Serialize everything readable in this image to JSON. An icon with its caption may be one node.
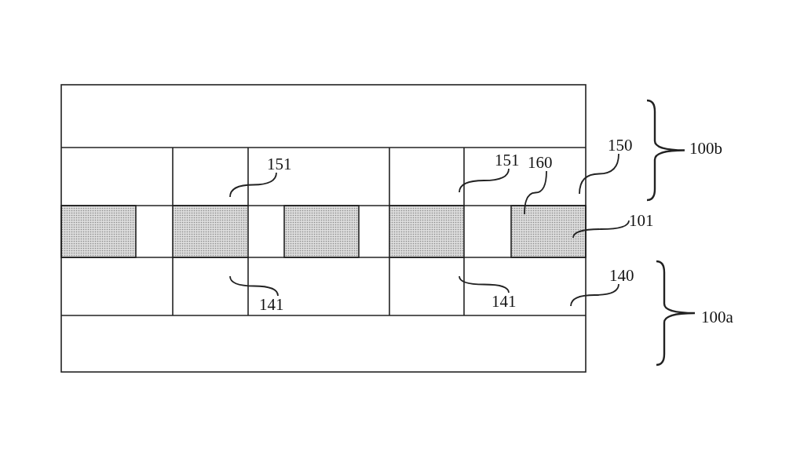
{
  "diagram": {
    "nodes": [
      {
        "text": [
          "151"
        ]
      },
      {
        "text": [
          "151"
        ]
      },
      {
        "text": [
          "160"
        ]
      },
      {
        "text": [
          "150"
        ]
      },
      {
        "text": [
          "101"
        ]
      },
      {
        "text": [
          "141"
        ]
      },
      {
        "text": [
          "141"
        ]
      },
      {
        "text": [
          "140"
        ]
      }
    ],
    "edges": [
      {
        "from": 0,
        "to": null,
        "arrow": "none"
      },
      {
        "from": 1,
        "to": null,
        "arrow": "none"
      },
      {
        "from": 2,
        "to": null,
        "arrow": "none"
      },
      {
        "from": 3,
        "to": null,
        "arrow": "none"
      },
      {
        "from": 4,
        "to": null,
        "arrow": "none"
      },
      {
        "from": 5,
        "to": null,
        "arrow": "none"
      },
      {
        "from": 6,
        "to": null,
        "arrow": "none"
      },
      {
        "from": 7,
        "to": null,
        "arrow": "none"
      }
    ],
    "labels": [
      "100b",
      "100a"
    ]
  }
}
